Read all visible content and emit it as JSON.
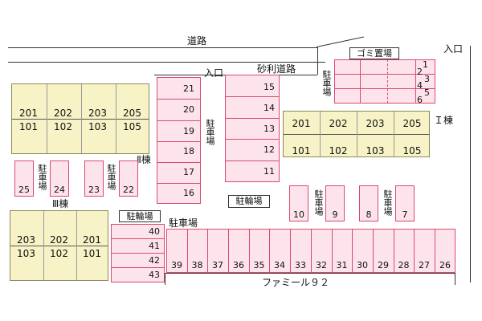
{
  "roads": {
    "main_road": "道路",
    "gravel_road": "砂利道路",
    "entrance_left": "入口",
    "entrance_right": "入口",
    "store": "ファミール９２"
  },
  "garbage": "ゴミ置場",
  "parking_label": "駐車場",
  "bicycle_label": "駐輪場",
  "buildings": {
    "b1": {
      "label": "Ｉ棟",
      "upper": [
        "201",
        "202",
        "203",
        "205"
      ],
      "lower": [
        "101",
        "102",
        "103",
        "105"
      ]
    },
    "b2": {
      "label": "Ⅱ棟",
      "upper": [
        "201",
        "202",
        "203",
        "205"
      ],
      "lower": [
        "101",
        "102",
        "103",
        "105"
      ]
    },
    "b3": {
      "label": "Ⅲ棟",
      "upper": [
        "203",
        "202",
        "201"
      ],
      "lower": [
        "103",
        "102",
        "101"
      ]
    }
  },
  "spaces": {
    "top_right": [
      "1",
      "2",
      "3",
      "4",
      "5",
      "6"
    ],
    "middle_column": [
      "21",
      "20",
      "19",
      "18",
      "17",
      "16"
    ],
    "gravel_column": [
      "15",
      "14",
      "13",
      "12",
      "11"
    ],
    "left_small": [
      "25",
      "24",
      "23",
      "22"
    ],
    "right_small": [
      "10",
      "9",
      "8",
      "7"
    ],
    "bicycle_rows": [
      "40",
      "41",
      "42",
      "43"
    ],
    "bottom_row": [
      "39",
      "38",
      "37",
      "36",
      "35",
      "34",
      "33",
      "32",
      "31",
      "30",
      "29",
      "28",
      "27",
      "26"
    ]
  }
}
